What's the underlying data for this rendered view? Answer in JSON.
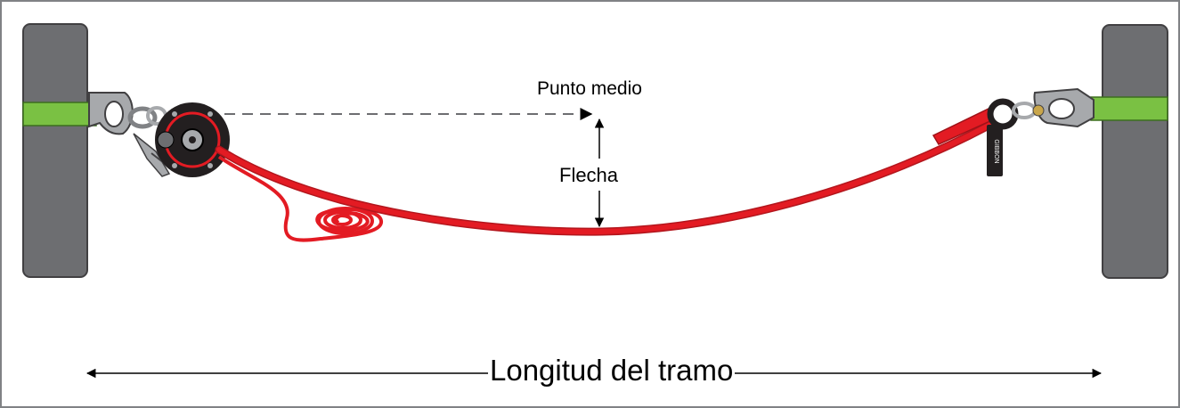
{
  "diagram": {
    "labels": {
      "midpoint": "Punto medio",
      "sag": "Flecha",
      "span_length": "Longitud del tramo"
    },
    "device_text": "GIBBON",
    "colors": {
      "line": "#e31b23",
      "sling": "#7ac143",
      "anchor": "#6d6e71",
      "hardware": "#a7a9ac",
      "pulley": "#231f20",
      "outline": "#808285"
    },
    "parts": [
      "anchor-left",
      "anchor-right",
      "sling-left",
      "sling-right",
      "shackle-left",
      "shackle-right",
      "pulley",
      "rope-coil",
      "slackline",
      "loop-end",
      "tag"
    ]
  }
}
